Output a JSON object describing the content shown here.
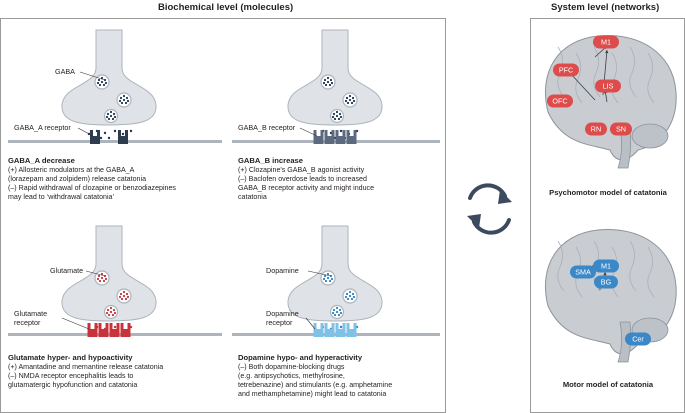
{
  "headers": {
    "biochemical": "Biochemical level (molecules)",
    "system": "System level (networks)"
  },
  "quadrants": [
    {
      "title": "GABA_A decrease",
      "lines": [
        "(+) Allosteric modulators at the GABA_A",
        "(lorazepam and zolpidem) release catatonia",
        "(–) Rapid withdrawal of clozapine or benzodiazepines",
        "may lead to ‘withdrawal catatonia’"
      ],
      "vesicle_label": "GABA",
      "receptor_label": "GABA_A receptor",
      "receptor_color": "#2f3b4e",
      "dot_color": "#1f3552"
    },
    {
      "title": "GABA_B increase",
      "lines": [
        "(+) Clozapine's GABA_B agonist activity",
        "(–) Baclofen overdose leads to increased",
        "GABA_B receptor activity and might induce",
        "catatonia"
      ],
      "vesicle_label": "",
      "receptor_label": "GABA_B receptor",
      "receptor_color": "#5c6a80",
      "dot_color": "#1f3552"
    },
    {
      "title": "Glutamate hyper- and hypoactivity",
      "lines": [
        "(+) Amantadine and memantine release catatonia",
        "(–) NMDA receptor encephalitis leads to",
        "glutamatergic hypofunction and catatonia"
      ],
      "vesicle_label": "Glutamate",
      "receptor_label": "Glutamate receptor",
      "receptor_color": "#c8333b",
      "dot_color": "#c8333b"
    },
    {
      "title": "Dopamine hypo- and hyperactivity",
      "lines": [
        "(–) Both dopamine-blocking drugs",
        "(e.g. antipsychotics, methylrosine,",
        "tetrebenazine) and stimulants (e.g. amphetamine",
        "and methamphetamine) might lead to catatonia"
      ],
      "vesicle_label": "Dopamine",
      "receptor_label": "Dopamine receptor",
      "receptor_color": "#7ec2e8",
      "dot_color": "#2a83c6"
    }
  ],
  "models": [
    {
      "caption": "Psychomotor model of catatonia",
      "nodes": [
        "M1",
        "PFC",
        "LIS",
        "OFC",
        "RN",
        "SN"
      ],
      "color": "#de4b4b"
    },
    {
      "caption": "Motor model of catatonia",
      "nodes": [
        "M1",
        "SMA",
        "BG",
        "Cer"
      ],
      "color": "#3b88c9"
    }
  ],
  "colors": {
    "terminal_fill": "#dfe3e8",
    "membrane": "#aeb4bc",
    "cycle_arrow": "#3c4a5e",
    "brain_fill": "#c9cdd2"
  }
}
